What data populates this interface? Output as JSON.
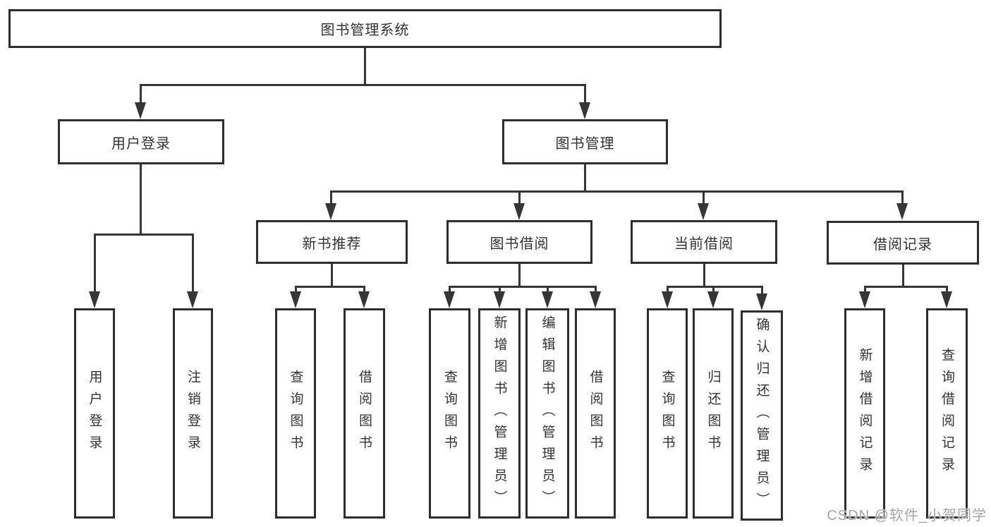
{
  "diagram": {
    "type": "hierarchy",
    "title": "图书管理系统",
    "nodes": {
      "root": {
        "label": "图书管理系统"
      },
      "l2": [
        {
          "label": "用户登录"
        },
        {
          "label": "图书管理"
        }
      ],
      "l3": [
        {
          "label": "新书推荐"
        },
        {
          "label": "图书借阅"
        },
        {
          "label": "当前借阅"
        },
        {
          "label": "借阅记录"
        }
      ],
      "l4": {
        "a": [
          {
            "label": "用户登录"
          },
          {
            "label": "注销登录"
          }
        ],
        "b": [
          {
            "label": "查询图书"
          },
          {
            "label": "借阅图书"
          }
        ],
        "c": [
          {
            "label": "查询图书"
          },
          {
            "label": "新增图书（管理员）"
          },
          {
            "label": "编辑图书（管理员）"
          },
          {
            "label": "借阅图书"
          }
        ],
        "d": [
          {
            "label": "查询图书"
          },
          {
            "label": "归还图书"
          },
          {
            "label": "确认归还（管理员）"
          }
        ],
        "e": [
          {
            "label": "新增借阅记录"
          },
          {
            "label": "查询借阅记录"
          }
        ]
      }
    },
    "hierarchy": {
      "图书管理系统": [
        "用户登录",
        "图书管理"
      ],
      "用户登录": [
        "用户登录",
        "注销登录"
      ],
      "图书管理": [
        "新书推荐",
        "图书借阅",
        "当前借阅",
        "借阅记录"
      ],
      "新书推荐": [
        "查询图书",
        "借阅图书"
      ],
      "图书借阅": [
        "查询图书",
        "新增图书（管理员）",
        "编辑图书（管理员）",
        "借阅图书"
      ],
      "当前借阅": [
        "查询图书",
        "归还图书",
        "确认归还（管理员）"
      ],
      "借阅记录": [
        "新增借阅记录",
        "查询借阅记录"
      ]
    }
  },
  "watermark": {
    "text": "CSDN @软件_小贺同学"
  },
  "colors": {
    "line": "#363636",
    "box_border": "#2e2e2e",
    "text": "#333333",
    "watermark": "#a6a6a6",
    "background": "#ffffff"
  }
}
